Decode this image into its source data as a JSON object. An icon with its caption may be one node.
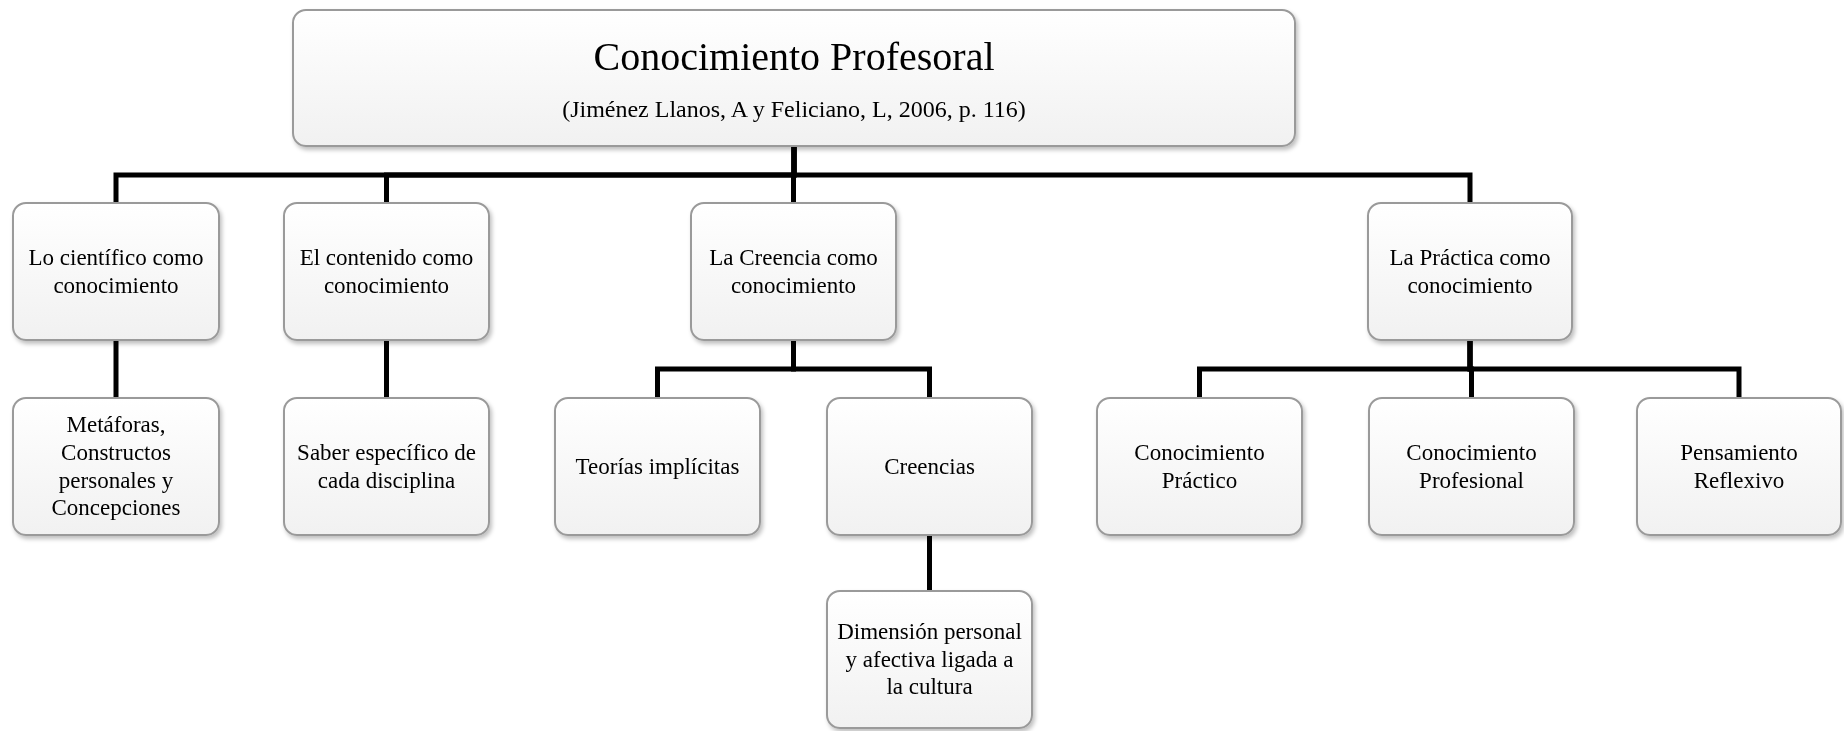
{
  "diagram": {
    "nodes": [
      {
        "text": [
          "Conocimiento Profesoral",
          "(Jiménez Llanos, A y Feliciano, L, 2006, p. 116)"
        ]
      },
      {
        "text": [
          "Lo científico como conocimiento"
        ]
      },
      {
        "text": [
          "El contenido como conocimiento"
        ]
      },
      {
        "text": [
          "La Creencia como conocimiento"
        ]
      },
      {
        "text": [
          "La Práctica como conocimiento"
        ]
      },
      {
        "text": [
          "Metáforas, Constructos personales y Concepciones"
        ]
      },
      {
        "text": [
          "Saber específico de cada disciplina"
        ]
      },
      {
        "text": [
          "Teorías implícitas"
        ]
      },
      {
        "text": [
          "Creencias"
        ]
      },
      {
        "text": [
          "Conocimiento Práctico"
        ]
      },
      {
        "text": [
          "Conocimiento Profesional"
        ]
      },
      {
        "text": [
          "Pensamiento Reflexivo"
        ]
      },
      {
        "text": [
          "Dimensión personal y afectiva ligada a la cultura"
        ]
      }
    ],
    "edges": [
      {
        "from": 0,
        "to": 1,
        "arrow": "none"
      },
      {
        "from": 0,
        "to": 2,
        "arrow": "none"
      },
      {
        "from": 0,
        "to": 3,
        "arrow": "none"
      },
      {
        "from": 0,
        "to": 4,
        "arrow": "none"
      },
      {
        "from": 1,
        "to": 5,
        "arrow": "none"
      },
      {
        "from": 2,
        "to": 6,
        "arrow": "none"
      },
      {
        "from": 3,
        "to": 7,
        "arrow": "none"
      },
      {
        "from": 3,
        "to": 8,
        "arrow": "none"
      },
      {
        "from": 4,
        "to": 9,
        "arrow": "none"
      },
      {
        "from": 4,
        "to": 10,
        "arrow": "none"
      },
      {
        "from": 4,
        "to": 11,
        "arrow": "none"
      },
      {
        "from": 8,
        "to": 12,
        "arrow": "none"
      }
    ]
  }
}
